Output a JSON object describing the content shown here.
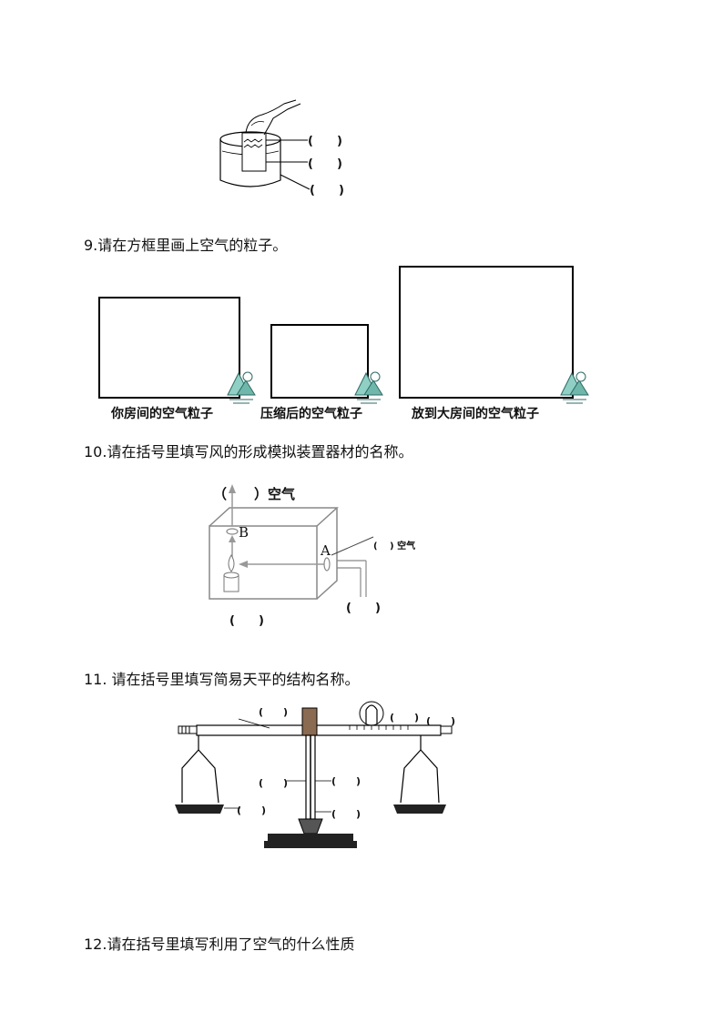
{
  "figure_cup": {
    "blanks": [
      "(　　)",
      "(　　)",
      "(　　)"
    ]
  },
  "q9": {
    "text": "9.请在方框里画上空气的粒子。",
    "captions": [
      "你房间的空气粒子",
      "压缩后的空气粒子",
      "放到大房间的空气粒子"
    ]
  },
  "q10": {
    "text": "10.请在括号里填写风的形成模拟装置器材的名称。",
    "top_label": "（　　）空气",
    "right_label": "(　 ) 空气",
    "letter_a": "A",
    "letter_b": "B",
    "blank_right": "(　　)",
    "blank_bottom": "(　　)"
  },
  "q11": {
    "text": "11.  请在括号里填写简易天平的结构名称。",
    "blank": "(　　)"
  },
  "q12": {
    "text": "12.请在括号里填写利用了空气的什么性质"
  }
}
